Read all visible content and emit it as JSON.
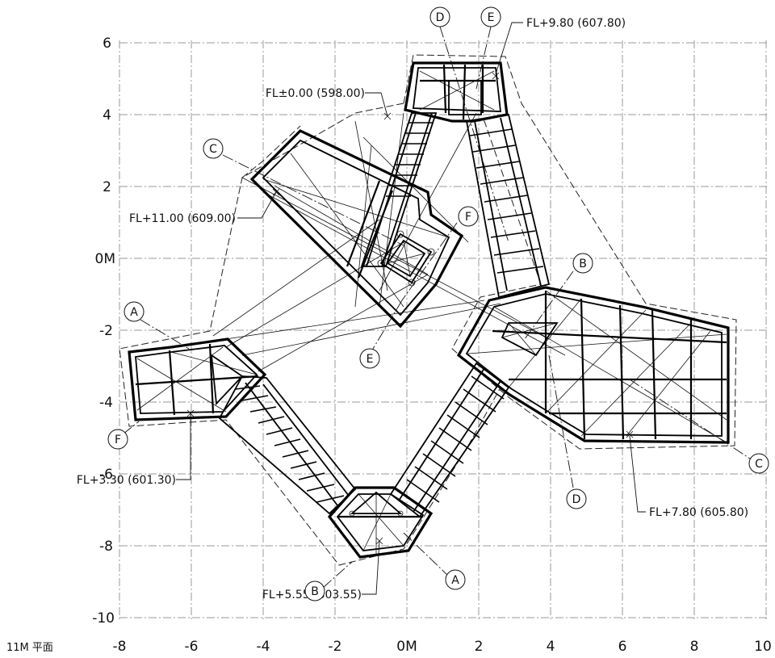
{
  "plan_title": "11M 平面",
  "axes": {
    "x_ticks": [
      "-8",
      "-6",
      "-4",
      "-2",
      "0M",
      "2",
      "4",
      "6",
      "8",
      "10"
    ],
    "y_ticks": [
      "6",
      "4",
      "2",
      "0M",
      "-2",
      "-4",
      "-6",
      "-8",
      "-10"
    ]
  },
  "floor_levels": {
    "fl_000": "FL±0.00 (598.00)",
    "fl_980": "FL+9.80 (607.80)",
    "fl_1100": "FL+11.00 (609.00)",
    "fl_330": "FL+3.30 (601.30)",
    "fl_780": "FL+7.80 (605.80)",
    "fl_555": "FL+5.55 (603.55)"
  },
  "section_markers": {
    "d_top": "D",
    "e_top": "E",
    "c_left": "C",
    "f_mid": "F",
    "b_right": "B",
    "a_left": "A",
    "e_mid": "E",
    "f_left": "F",
    "c_right": "C",
    "d_bottom": "D",
    "a_bottom": "A",
    "b_bottom": "B"
  }
}
